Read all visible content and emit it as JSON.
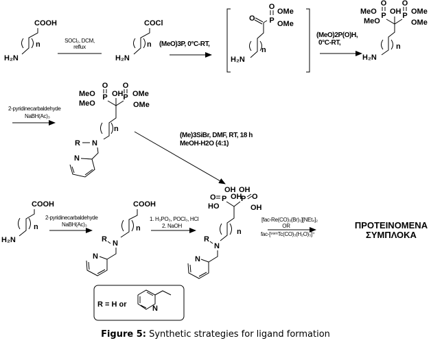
{
  "scheme": {
    "row1": {
      "start_acid_cooh": "COOH",
      "start_acid_h2n": "H₂N",
      "start_acid_n": "n",
      "step1_reagent_line1": "SOCl₂, DCM,",
      "step1_reagent_line2": "reflux",
      "acyl_chloride_cocl": "COCl",
      "acyl_chloride_h2n": "H₂N",
      "acyl_chloride_n": "n",
      "step2_reagent": "(MeO)3P, 0°C-RT,",
      "intermediate_o": "O",
      "intermediate_p": "P",
      "intermediate_po": "O",
      "intermediate_ome1": "OMe",
      "intermediate_ome2": "OMe",
      "intermediate_h2n": "H₂N",
      "intermediate_n": "n",
      "step3_reagent_line1": "(MeO)2P(O)H,",
      "step3_reagent_line2": "0°C-RT,",
      "bisphos_meo1": "MeO",
      "bisphos_meo2": "MeO",
      "bisphos_p1": "P",
      "bisphos_p2": "P",
      "bisphos_o1": "O",
      "bisphos_o2": "O",
      "bisphos_oh": "OH",
      "bisphos_ome1": "OMe",
      "bisphos_ome2": "OMe",
      "bisphos_h2n": "H₂N",
      "bisphos_n": "n"
    },
    "row2": {
      "step4_reagent_line1": "2-pyridinecarbaldehyde",
      "step4_reagent_line2": "NaBH(Ac)₃",
      "tetraester_meo1": "MeO",
      "tetraester_meo2": "MeO",
      "tetraester_p1": "P",
      "tetraester_p2": "P",
      "tetraester_o1": "O",
      "tetraester_o2": "O",
      "tetraester_oh": "OH",
      "tetraester_ome1": "OMe",
      "tetraester_ome2": "OMe",
      "tetraester_n": "n",
      "tetraester_r": "R",
      "tetraester_amine_n": "N",
      "tetraester_pyridine_n": "N",
      "step5_reagent_line1": "(Me)3SiBr, DMF, RT, 18 h",
      "step5_reagent_line2": "MeOH-H2O (4:1)"
    },
    "row3": {
      "start_acid_cooh": "COOH",
      "start_acid_h2n": "H₂N",
      "start_acid_n": "n",
      "step6_reagent_line1": "2-pyridinecarbaldehyde",
      "step6_reagent_line2": "NaBH(Ac)₃",
      "amino_acid_cooh": "COOH",
      "amino_acid_n": "n",
      "amino_acid_r": "R",
      "amino_acid_amine_n": "N",
      "amino_acid_pyridine_n": "N",
      "step7_reagent_line1": "1. H₃PO₃, POCl₃, HCl",
      "step7_reagent_line2": "2. NaOH",
      "bisphosphonic_oh_top1": "OH",
      "bisphosphonic_oh_top2": "OH",
      "bisphosphonic_oh_center": "OH",
      "bisphosphonic_o1": "O",
      "bisphosphonic_o2": "O",
      "bisphosphonic_p1": "P",
      "bisphosphonic_p2": "P",
      "bisphosphonic_ho": "HO",
      "bisphosphonic_oh_right": "OH",
      "bisphosphonic_n": "n",
      "bisphosphonic_r": "R",
      "bisphosphonic_amine_n": "N",
      "bisphosphonic_pyridine_n": "N",
      "step8_reagent_line1": "[fac-Re(CO)₃(Br)₃][NEt₄]₂",
      "step8_reagent_or": "OR",
      "step8_reagent_line2": "fac-[⁹⁹ᵐTc(CO)₃(H₂O)₃]⁺",
      "product_line1": "ΠΡΟΤΕΙΝΟΜΕΝΑ",
      "product_line2": "ΣΥΜΠΛΟΚΑ"
    },
    "legend": {
      "r_definition": "R = H or",
      "pyridine_n": "N"
    }
  },
  "caption": {
    "label": "Figure 5:",
    "text": " Synthetic strategies for ligand formation"
  }
}
